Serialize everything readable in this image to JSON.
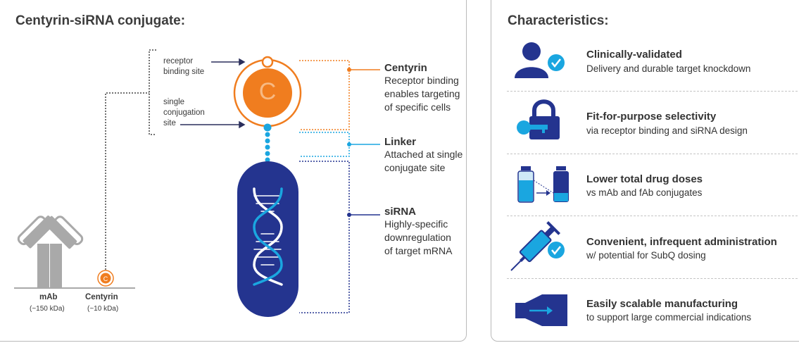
{
  "left": {
    "title": "Centyrin-siRNA conjugate:",
    "receptor_label": [
      "receptor",
      "binding site"
    ],
    "conj_label": [
      "single",
      "conjugation",
      "site"
    ],
    "centyrin_letter": "C",
    "mab_name": "mAb",
    "mab_size": "(~150 kDa)",
    "centyrin_name": "Centyrin",
    "centyrin_size": "(~10 kDa)",
    "labels": {
      "centyrin_title": "Centyrin",
      "centyrin_desc": [
        "Receptor binding",
        "enables targeting",
        "of specific cells"
      ],
      "linker_title": "Linker",
      "linker_desc": [
        "Attached at single",
        "conjugate site"
      ],
      "sirna_title": "siRNA",
      "sirna_desc": [
        "Highly-specific",
        "downregulation",
        "of target mRNA"
      ]
    },
    "colors": {
      "orange": "#f07d1f",
      "blue_light": "#1aa6e0",
      "navy": "#24348f",
      "gray": "#a9a9a9"
    }
  },
  "right": {
    "title": "Characteristics:",
    "items": [
      {
        "icon": "person-check-icon",
        "title": "Clinically-validated",
        "subtitle": "Delivery and durable target knockdown"
      },
      {
        "icon": "key-lock-icon",
        "title": "Fit-for-purpose selectivity",
        "subtitle": "via receptor binding and siRNA design"
      },
      {
        "icon": "vials-icon",
        "title": "Lower total drug doses",
        "subtitle": "vs mAb and fAb conjugates"
      },
      {
        "icon": "syringe-check-icon",
        "title": "Convenient, infrequent administration",
        "subtitle": "w/ potential for SubQ dosing"
      },
      {
        "icon": "scale-manufacturing-icon",
        "title": "Easily scalable manufacturing",
        "subtitle": "to support large commercial indications"
      }
    ]
  }
}
